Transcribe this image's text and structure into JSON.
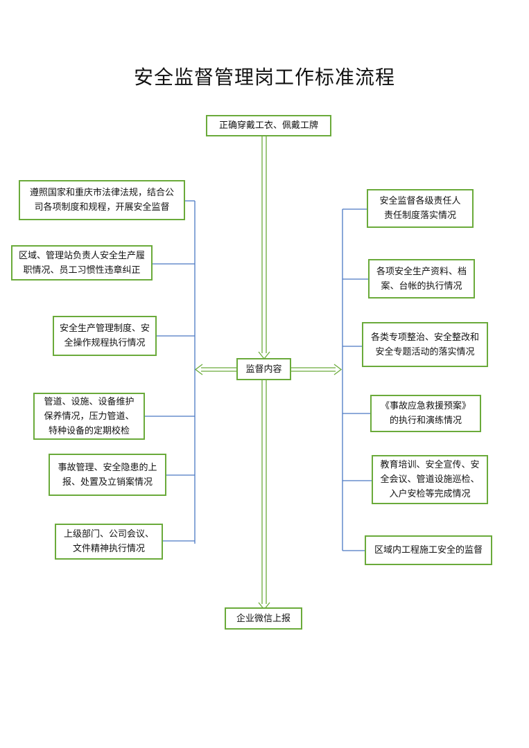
{
  "title": "安全监督管理岗工作标准流程",
  "colors": {
    "box_border": "#6aaa3a",
    "connector": "#4a78c2",
    "arrow": "#6aaa3a"
  },
  "nodes": {
    "top": "正确穿戴工衣、佩戴工牌",
    "center": "监督内容",
    "bottom": "企业微信上报",
    "left": [
      [
        "遵照国家和重庆市法律法规，结合公",
        "司各项制度和规程，开展安全监督"
      ],
      [
        "区域、管理站负责人安全生产履",
        "职情况、员工习惯性违章纠正"
      ],
      [
        "安全生产管理制度、安",
        "全操作规程执行情况"
      ],
      [
        "管道、设施、设备维护",
        "保养情况，压力管道、",
        "特种设备的定期校检"
      ],
      [
        "事故管理、安全隐患的上",
        "报、处置及立销案情况"
      ],
      [
        "上级部门、公司会议、",
        "文件精神执行情况"
      ]
    ],
    "right": [
      [
        "安全监督各级责任人",
        "责任制度落实情况"
      ],
      [
        "各项安全生产资料、档",
        "案、台帐的执行情况"
      ],
      [
        "各类专项整治、安全整改和",
        "安全专题活动的落实情况"
      ],
      [
        "《事故应急救援预案》",
        "的执行和演练情况"
      ],
      [
        "教育培训、安全宣传、安",
        "全会议、管道设施巡检、",
        "入户安检等完成情况"
      ],
      [
        "区域内工程施工安全的监督"
      ]
    ]
  }
}
